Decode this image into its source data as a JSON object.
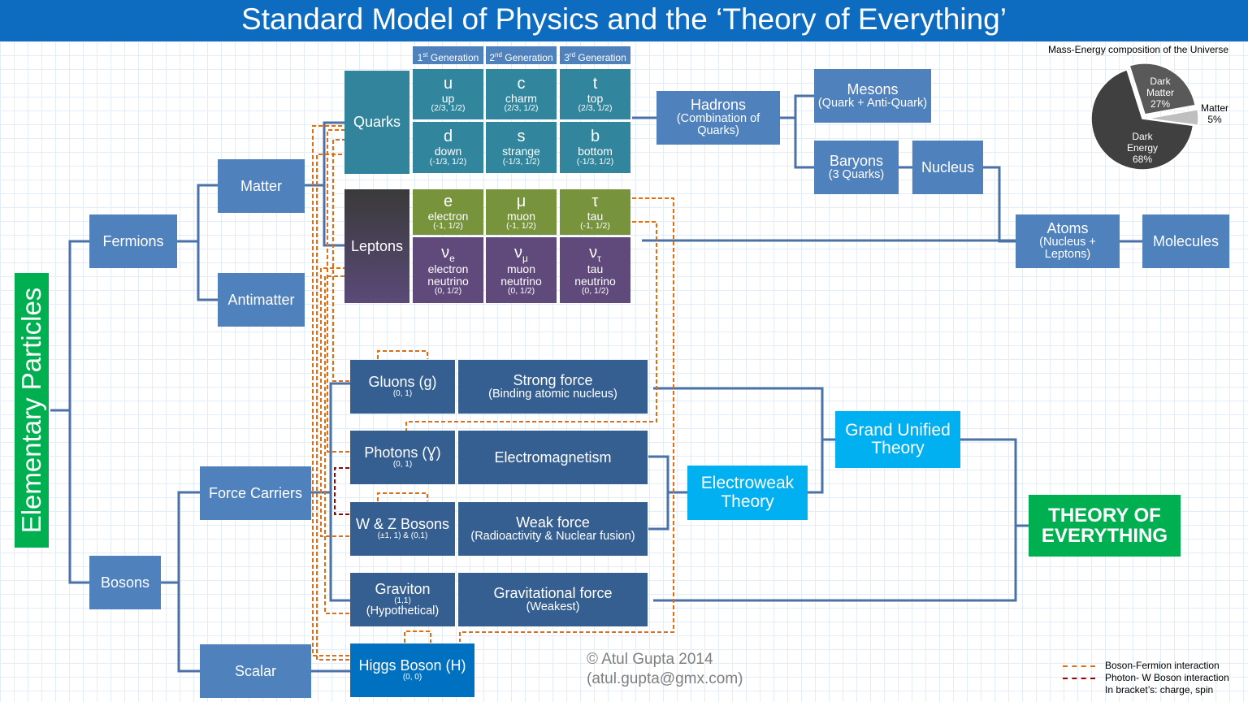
{
  "title": "Standard Model of Physics and the ‘Theory of Everything’",
  "side_label": "Elementary Particles",
  "generations": [
    {
      "num": "1",
      "suffix": "st",
      "text": " Generation"
    },
    {
      "num": "2",
      "suffix": "nd",
      "text": " Generation"
    },
    {
      "num": "3",
      "suffix": "rd",
      "text": " Generation"
    }
  ],
  "categories": {
    "fermions": "Fermions",
    "bosons": "Bosons",
    "matter": "Matter",
    "antimatter": "Antimatter",
    "force_carriers": "Force Carriers",
    "scalar": "Scalar",
    "quarks": "Quarks",
    "leptons": "Leptons"
  },
  "quarks": [
    {
      "symbol": "u",
      "name": "up",
      "qn": "(2/3, 1/2)"
    },
    {
      "symbol": "c",
      "name": "charm",
      "qn": "(2/3, 1/2)"
    },
    {
      "symbol": "t",
      "name": "top",
      "qn": "(2/3, 1/2)"
    },
    {
      "symbol": "d",
      "name": "down",
      "qn": "(-1/3, 1/2)"
    },
    {
      "symbol": "s",
      "name": "strange",
      "qn": "(-1/3, 1/2)"
    },
    {
      "symbol": "b",
      "name": "bottom",
      "qn": "(-1/3, 1/2)"
    }
  ],
  "leptons": [
    {
      "symbol": "e",
      "name": "electron",
      "qn": "(-1, 1/2)"
    },
    {
      "symbol": "μ",
      "name": "muon",
      "qn": "(-1, 1/2)"
    },
    {
      "symbol": "τ",
      "name": "tau",
      "qn": "(-1, 1/2)"
    }
  ],
  "neutrinos": [
    {
      "symbol": "ν",
      "sub": "e",
      "name1": "electron",
      "name2": "neutrino",
      "qn": "(0, 1/2)"
    },
    {
      "symbol": "ν",
      "sub": "μ",
      "name1": "muon",
      "name2": "neutrino",
      "qn": "(0, 1/2)"
    },
    {
      "symbol": "ν",
      "sub": "τ",
      "name1": "tau",
      "name2": "neutrino",
      "qn": "(0, 1/2)"
    }
  ],
  "composites": {
    "hadrons": {
      "title": "Hadrons",
      "desc": "(Combination of Quarks)"
    },
    "mesons": {
      "title": "Mesons",
      "desc": "(Quark + Anti-Quark)"
    },
    "baryons": {
      "title": "Baryons",
      "desc": "(3 Quarks)"
    },
    "nucleus": "Nucleus",
    "atoms": {
      "title": "Atoms",
      "desc": "(Nucleus + Leptons)"
    },
    "molecules": "Molecules"
  },
  "bosons": [
    {
      "name": "Gluons (g)",
      "qn": "(0, 1)",
      "force": "Strong force",
      "force_desc": "(Binding atomic nucleus)"
    },
    {
      "name": "Photons (Ɣ)",
      "qn": "(0, 1)",
      "force": "Electromagnetism",
      "force_desc": ""
    },
    {
      "name": "W & Z Bosons",
      "qn": "(±1, 1) & (0,1)",
      "force": "Weak force",
      "force_desc": "(Radioactivity & Nuclear fusion)"
    },
    {
      "name": "Graviton",
      "qn": "(1,1)",
      "qn2": "(Hypothetical)",
      "force": "Gravitational force",
      "force_desc": "(Weakest)"
    }
  ],
  "higgs": {
    "name": "Higgs Boson (H)",
    "qn": "(0, 0)"
  },
  "theories": {
    "electroweak": "Electroweak Theory",
    "gut": "Grand Unified Theory",
    "toe": "THEORY OF EVERYTHING"
  },
  "pie": {
    "title": "Mass-Energy  composition of the Universe",
    "slices": [
      {
        "label": "Dark Energy",
        "value": 68,
        "pct": "68%",
        "color": "#404040"
      },
      {
        "label": "Dark Matter",
        "value": 27,
        "pct": "27%",
        "color": "#595959"
      },
      {
        "label": "Matter",
        "value": 5,
        "pct": "5%",
        "color": "#bfbfbf"
      }
    ]
  },
  "copyright": {
    "line1": "© Atul Gupta 2014",
    "line2": "(atul.gupta@gmx.com)"
  },
  "legend": [
    {
      "text": "Boson-Fermion interaction",
      "color": "#e46c0a",
      "style": "dashed"
    },
    {
      "text": "Photon- W Boson interaction",
      "color": "#9b0000",
      "style": "dashed"
    },
    {
      "text": "In bracket’s: charge, spin",
      "color": "",
      "style": "none"
    }
  ]
}
